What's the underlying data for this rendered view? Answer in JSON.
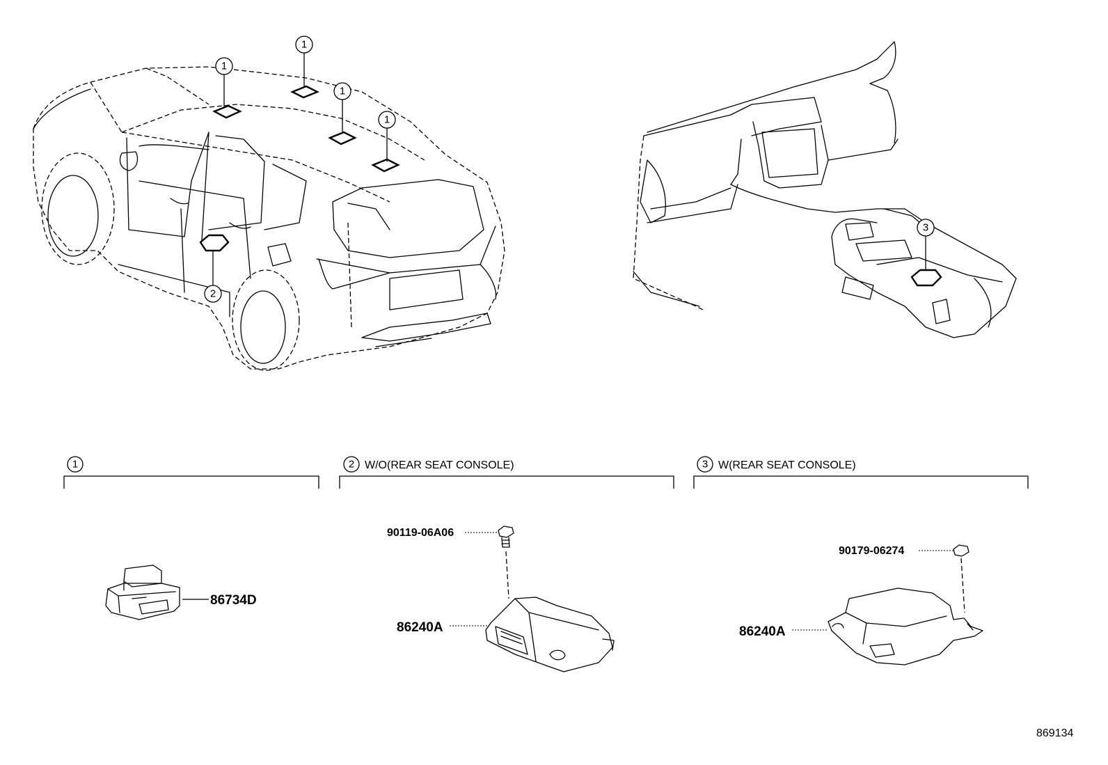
{
  "callouts": {
    "one": "1",
    "two": "2",
    "three": "3"
  },
  "sections": [
    {
      "callout": "1",
      "condition": ""
    },
    {
      "callout": "2",
      "condition": "W/O(REAR SEAT CONSOLE)"
    },
    {
      "callout": "3",
      "condition": "W(REAR SEAT CONSOLE)"
    }
  ],
  "parts": {
    "sensor": "86734D",
    "bolt_wo": "90119-06A06",
    "ecu_wo": "86240A",
    "nut_w": "90179-06274",
    "ecu_w": "86240A"
  },
  "illustration_id": "869134"
}
